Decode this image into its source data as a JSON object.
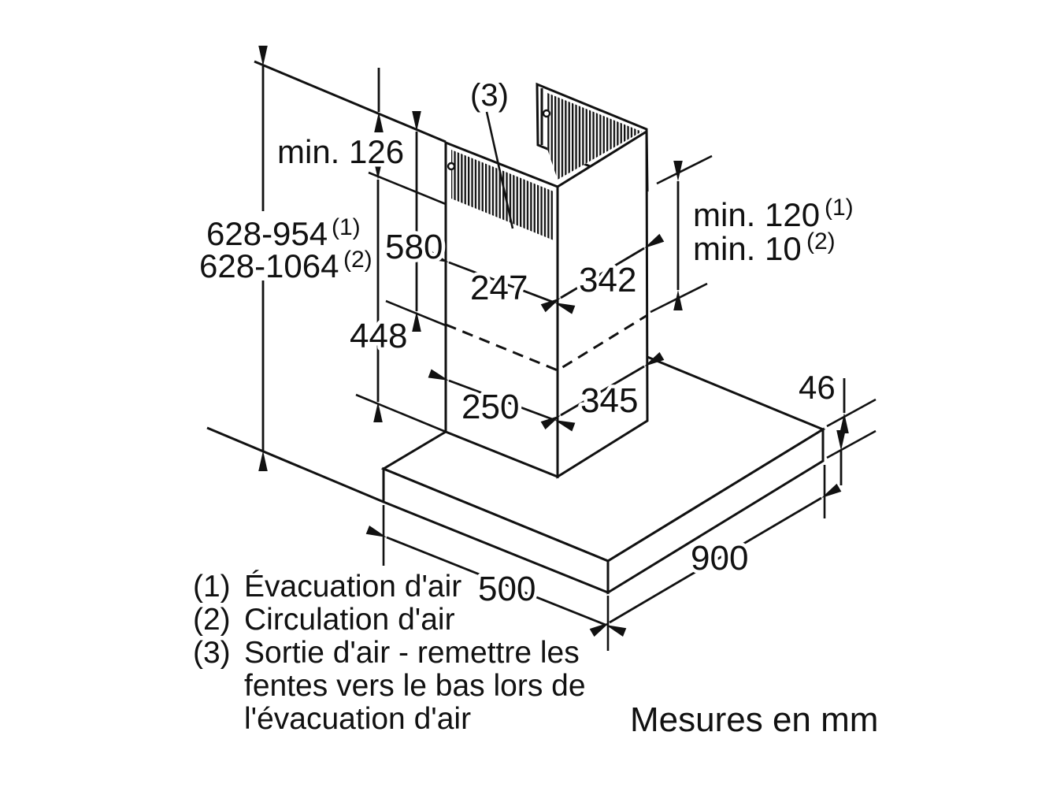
{
  "diagram": {
    "title_note": "Mesures en mm",
    "labels": {
      "total_height_evac": "628-954",
      "total_height_evac_sup": "(1)",
      "total_height_recirc": "628-1064",
      "total_height_recirc_sup": "(2)",
      "min_top_clearance": "min. 126",
      "upper_duct_height": "580",
      "lower_duct_height": "448",
      "upper_duct_width": "247",
      "upper_duct_depth": "342",
      "lower_duct_width": "250",
      "lower_duct_depth": "345",
      "ceiling_gap_evac": "min. 120",
      "ceiling_gap_evac_sup": "(1)",
      "ceiling_gap_recirc": "min. 10",
      "ceiling_gap_recirc_sup": "(2)",
      "hood_thickness": "46",
      "hood_width": "900",
      "hood_depth": "500",
      "air_outlet_ref": "(3)"
    },
    "legend": [
      {
        "num": "(1)",
        "text": "Évacuation d'air"
      },
      {
        "num": "(2)",
        "text": "Circulation d'air"
      },
      {
        "num": "(3)",
        "text": "Sortie d'air - remettre les",
        "line2": "fentes vers le bas lors de",
        "line3": "l'évacuation d'air"
      }
    ]
  }
}
